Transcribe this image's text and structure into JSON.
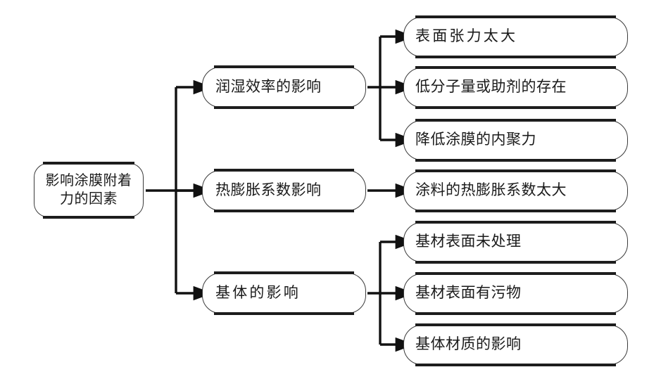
{
  "diagram": {
    "title": "影响涂膜附着力的因素",
    "type": "tree-flowchart",
    "orientation": "left-to-right",
    "colors": {
      "background": "#ffffff",
      "box_border": "#3a3a3a",
      "box_edge_accent": "#1d1d1d",
      "connector": "#111111",
      "text": "#1a1a1a"
    },
    "root": {
      "label": "影响涂膜附着\n力的因素"
    },
    "branches": [
      {
        "label": "润湿效率的影响",
        "children": [
          {
            "label": "表面张力太大"
          },
          {
            "label": "低分子量或助剂的存在"
          },
          {
            "label": "降低涂膜的内聚力"
          }
        ]
      },
      {
        "label": "热膨胀系数影响",
        "children": [
          {
            "label": "涂料的热膨胀系数太大"
          }
        ]
      },
      {
        "label": "基体的影响",
        "children": [
          {
            "label": "基材表面未处理"
          },
          {
            "label": "基材表面有污物"
          },
          {
            "label": "基体材质的影响"
          }
        ]
      }
    ]
  }
}
